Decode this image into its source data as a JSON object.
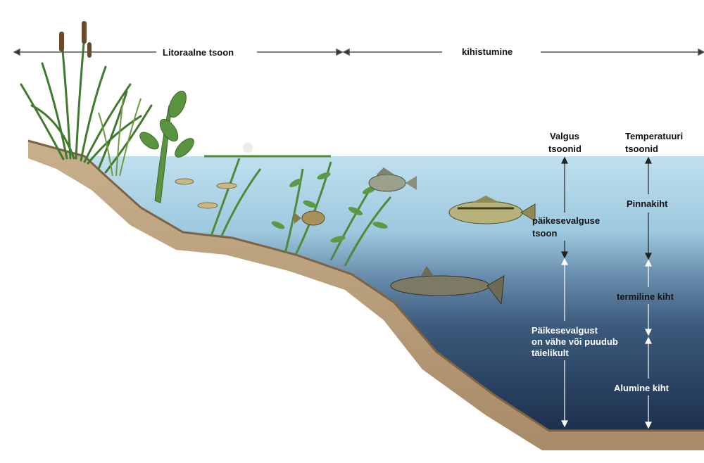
{
  "top": {
    "litoral_label": "Litoraalne tsoon",
    "strat_label": "kihistumine"
  },
  "light_zones": {
    "heading_line1": "Valgus",
    "heading_line2": "tsoonid",
    "photic_line1": "päikesevalguse",
    "photic_line2": "tsoon",
    "aphotic_line1": "Päikesevalgust",
    "aphotic_line2": "on vähe või puudub",
    "aphotic_line3": "täielikult"
  },
  "temp_zones": {
    "heading_line1": "Temperatuuri",
    "heading_line2": "tsoonid",
    "epilimnion": "Pinnakiht",
    "thermocline": "termiline kiht",
    "hypolimnion": "Alumine kiht"
  },
  "colors": {
    "water_surface": "#b9dcec",
    "water_mid": "#5f86a6",
    "water_deep": "#1f3654",
    "sediment": "#b59a78",
    "sediment_dark": "#8a6f52",
    "plant_green": "#4f8a3a"
  }
}
